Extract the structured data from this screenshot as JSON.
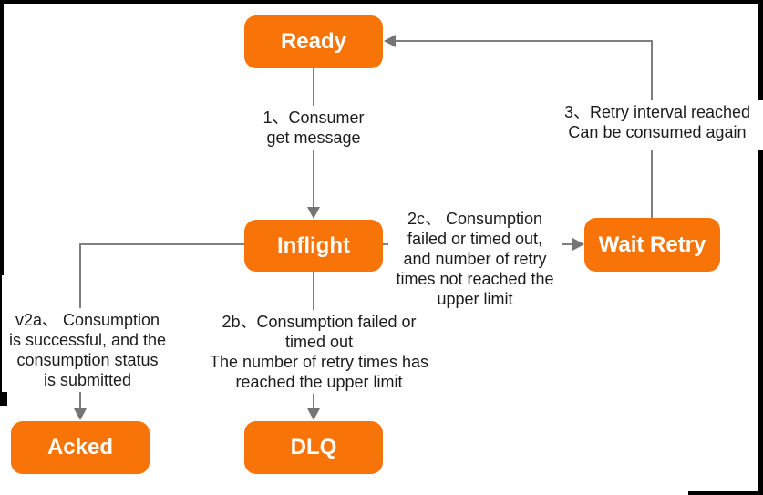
{
  "diagram": {
    "colors": {
      "node_fill": "#f87408",
      "node_text": "#ffffff",
      "connector": "#7f7f7f",
      "label_text": "#1c1c1c",
      "background": "#ffffff",
      "edge_artifact": "#000000"
    },
    "nodes": [
      {
        "id": "ready",
        "label": "Ready"
      },
      {
        "id": "inflight",
        "label": "Inflight"
      },
      {
        "id": "wait-retry",
        "label": "Wait Retry"
      },
      {
        "id": "acked",
        "label": "Acked"
      },
      {
        "id": "dlq",
        "label": "DLQ"
      }
    ],
    "edges": [
      {
        "id": "1",
        "from": "Ready",
        "to": "Inflight",
        "label": "1、Consumer\nget message"
      },
      {
        "id": "2a",
        "from": "Inflight",
        "to": "Acked",
        "label": "v2a、 Consumption\nis successful, and the\nconsumption status\nis submitted"
      },
      {
        "id": "2b",
        "from": "Inflight",
        "to": "DLQ",
        "label": "2b、Consumption failed or\ntimed out\nThe number of retry times has\nreached the upper limit"
      },
      {
        "id": "2c",
        "from": "Inflight",
        "to": "Wait Retry",
        "label": "2c、 Consumption\nfailed or timed out,\nand number of retry\ntimes not reached the\nupper limit"
      },
      {
        "id": "3",
        "from": "Wait Retry",
        "to": "Ready",
        "label": "3、Retry interval reached\nCan be consumed again"
      }
    ]
  }
}
